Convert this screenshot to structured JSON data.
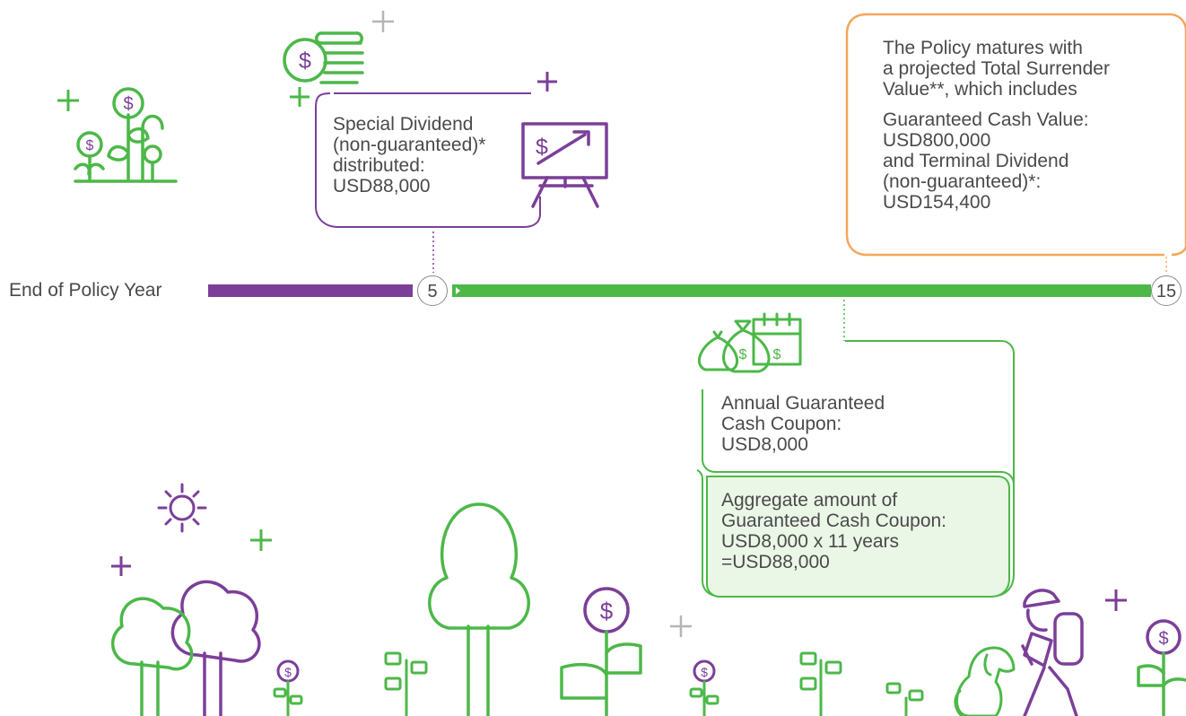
{
  "timeline": {
    "label": "End of Policy Year",
    "markers": [
      "5",
      "15"
    ],
    "colors": {
      "purple": "#7b3f98",
      "green": "#4cb848",
      "orange": "#f5a65b"
    }
  },
  "special_dividend": {
    "text": "Special Dividend\n(non-guaranteed)*\ndistributed:\nUSD88,000"
  },
  "maturity": {
    "intro": "The Policy matures with\na projected Total Surrender\nValue**, which includes",
    "details": "Guaranteed Cash Value:\nUSD800,000\nand Terminal Dividend\n(non-guaranteed)*:\nUSD154,400"
  },
  "coupon": {
    "annual": "Annual Guaranteed\nCash Coupon:\nUSD8,000",
    "aggregate": "Aggregate amount of\nGuaranteed Cash Coupon:\nUSD8,000 x 11 years\n=USD88,000"
  },
  "icons": [
    "money-plant-icon",
    "coin-stack-icon",
    "presentation-chart-icon",
    "money-bags-calendar-icon",
    "sun-icon",
    "tree-icon",
    "dollar-flower-icon",
    "sprout-icon",
    "hiker-icon",
    "dog-icon",
    "plus-icon"
  ]
}
